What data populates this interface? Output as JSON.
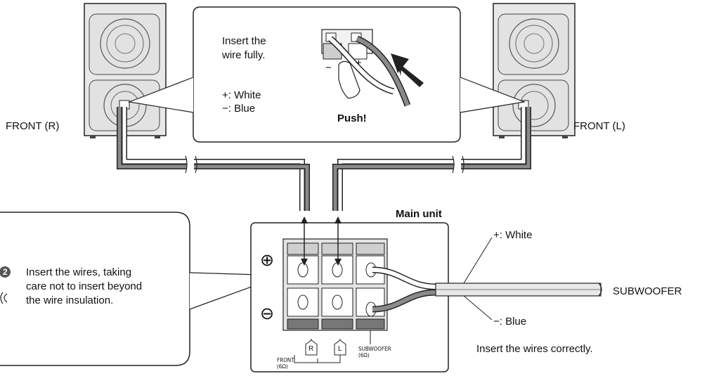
{
  "labels": {
    "front_r": "FRONT (R)",
    "front_l": "FRONT (L)",
    "subwoofer": "SUBWOOFER",
    "main_unit": "Main unit",
    "plus_white_right": "+: White",
    "minus_blue_right": "−: Blue",
    "insert_correctly": "Insert the wires correctly."
  },
  "callout_top": {
    "line1": "Insert the",
    "line2": "wire fully.",
    "plus_white": "+: White",
    "minus_blue": "−: Blue",
    "push": "Push!",
    "minus_sign": "−",
    "plus_sign": "+"
  },
  "callout_left": {
    "step_number": "2",
    "line1": "Insert the wires, taking",
    "line2": "care not to insert beyond",
    "line3": "the wire insulation."
  },
  "terminal": {
    "plus_symbol": "⊕",
    "minus_symbol": "⊖",
    "r_label": "R",
    "l_label": "L",
    "front_label": "FRONT",
    "front_impedance": "(6Ω)",
    "sub_label": "SUBWOOFER",
    "sub_impedance": "(6Ω)"
  },
  "colors": {
    "white_wire": "#ffffff",
    "blue_wire": "#8a8a8a",
    "speaker_body": "#e6e6e6",
    "outline": "#222222"
  }
}
